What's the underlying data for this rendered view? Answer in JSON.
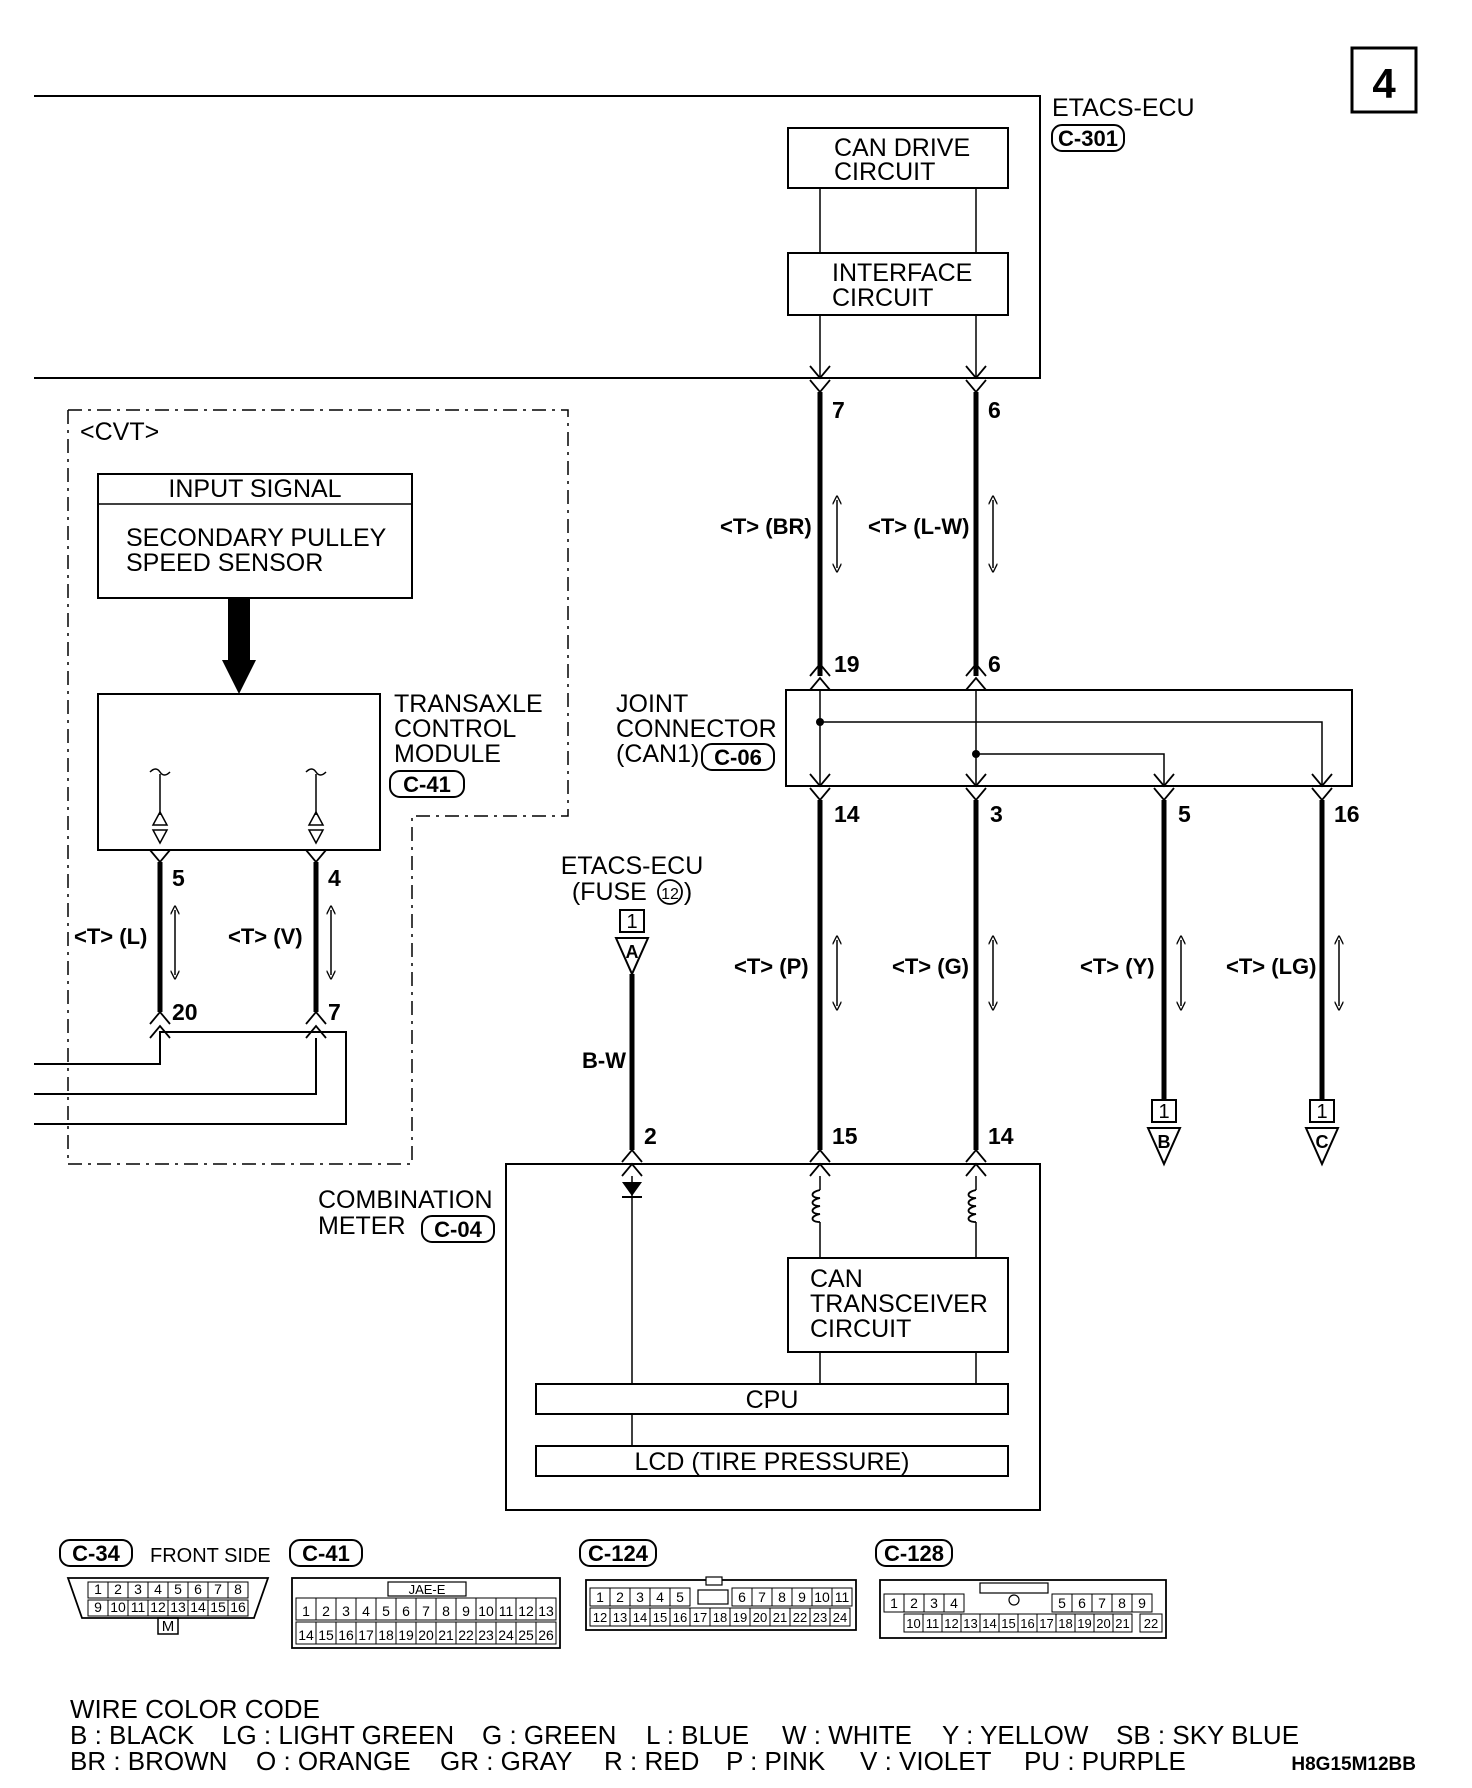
{
  "page_number": "4",
  "diagram_code": "H8G15M12BB",
  "etacs": {
    "title": "ETACS-ECU",
    "connector": "C-301",
    "can_drive": [
      "CAN DRIVE",
      "CIRCUIT"
    ],
    "interface": [
      "INTERFACE",
      "CIRCUIT"
    ],
    "pin_left": "7",
    "pin_right": "6"
  },
  "cvt": {
    "tag": "<CVT>",
    "input_signal": "INPUT SIGNAL",
    "sensor": [
      "SECONDARY PULLEY",
      "SPEED SENSOR"
    ],
    "module": [
      "TRANSAXLE",
      "CONTROL",
      "MODULE"
    ],
    "connector": "C-41",
    "pin_left": "5",
    "pin_right": "4",
    "pin_left_bottom": "20",
    "pin_right_bottom": "7",
    "wire_left": "<T> (L)",
    "wire_right": "<T> (V)"
  },
  "upper_wires": {
    "left": "<T> (BR)",
    "right": "<T> (L-W)"
  },
  "joint": {
    "title": [
      "JOINT",
      "CONNECTOR"
    ],
    "can": "(CAN1)",
    "connector": "C-06",
    "pins_top": [
      "19",
      "6"
    ],
    "pins_bottom": [
      "14",
      "3",
      "5",
      "16"
    ]
  },
  "fuse": {
    "title": "ETACS-ECU",
    "label": "(FUSE ",
    "fuse_number": "12",
    "label_end": ")",
    "box": "1",
    "letter": "A",
    "wire": "B-W",
    "pin": "2"
  },
  "lower_wires": [
    "<T> (P)",
    "<T> (G)",
    "<T> (Y)",
    "<T> (LG)"
  ],
  "refs": [
    {
      "box": "1",
      "letter": "B"
    },
    {
      "box": "1",
      "letter": "C"
    }
  ],
  "meter": {
    "title": [
      "COMBINATION",
      "METER"
    ],
    "connector": "C-04",
    "pins": [
      "2",
      "15",
      "14"
    ],
    "can_transceiver": [
      "CAN",
      "TRANSCEIVER",
      "CIRCUIT"
    ],
    "cpu": "CPU",
    "lcd": "LCD (TIRE PRESSURE)"
  },
  "connectors": {
    "c34": {
      "name": "C-34",
      "side": "FRONT SIDE",
      "row1": [
        "1",
        "2",
        "3",
        "4",
        "5",
        "6",
        "7",
        "8"
      ],
      "row2": [
        "9",
        "10",
        "11",
        "12",
        "13",
        "14",
        "15",
        "16"
      ],
      "key": "M"
    },
    "c41": {
      "name": "C-41",
      "header": "JAE-E",
      "row1": [
        "1",
        "2",
        "3",
        "4",
        "5",
        "6",
        "7",
        "8",
        "9",
        "10",
        "11",
        "12",
        "13"
      ],
      "row2": [
        "14",
        "15",
        "16",
        "17",
        "18",
        "19",
        "20",
        "21",
        "22",
        "23",
        "24",
        "25",
        "26"
      ]
    },
    "c124": {
      "name": "C-124",
      "row1a": [
        "1",
        "2",
        "3",
        "4",
        "5"
      ],
      "row1b": [
        "6",
        "7",
        "8",
        "9",
        "10",
        "11"
      ],
      "row2": [
        "12",
        "13",
        "14",
        "15",
        "16",
        "17",
        "18",
        "19",
        "20",
        "21",
        "22",
        "23",
        "24"
      ]
    },
    "c128": {
      "name": "C-128",
      "row1a": [
        "1",
        "2",
        "3",
        "4"
      ],
      "row1b": [
        "5",
        "6",
        "7",
        "8",
        "9"
      ],
      "row2a": [
        "10",
        "11",
        "12",
        "13",
        "14",
        "15",
        "16",
        "17",
        "18",
        "19",
        "20",
        "21"
      ],
      "row2b": "22"
    }
  },
  "wire_color_code": {
    "title": "WIRE COLOR CODE",
    "line1": [
      "B : BLACK",
      "LG : LIGHT GREEN",
      "G : GREEN",
      "L : BLUE",
      "W : WHITE",
      "Y : YELLOW",
      "SB : SKY BLUE"
    ],
    "line2": [
      "BR : BROWN",
      "O : ORANGE",
      "GR : GRAY",
      "R : RED",
      "P : PINK",
      "V : VIOLET",
      "PU : PURPLE"
    ]
  }
}
